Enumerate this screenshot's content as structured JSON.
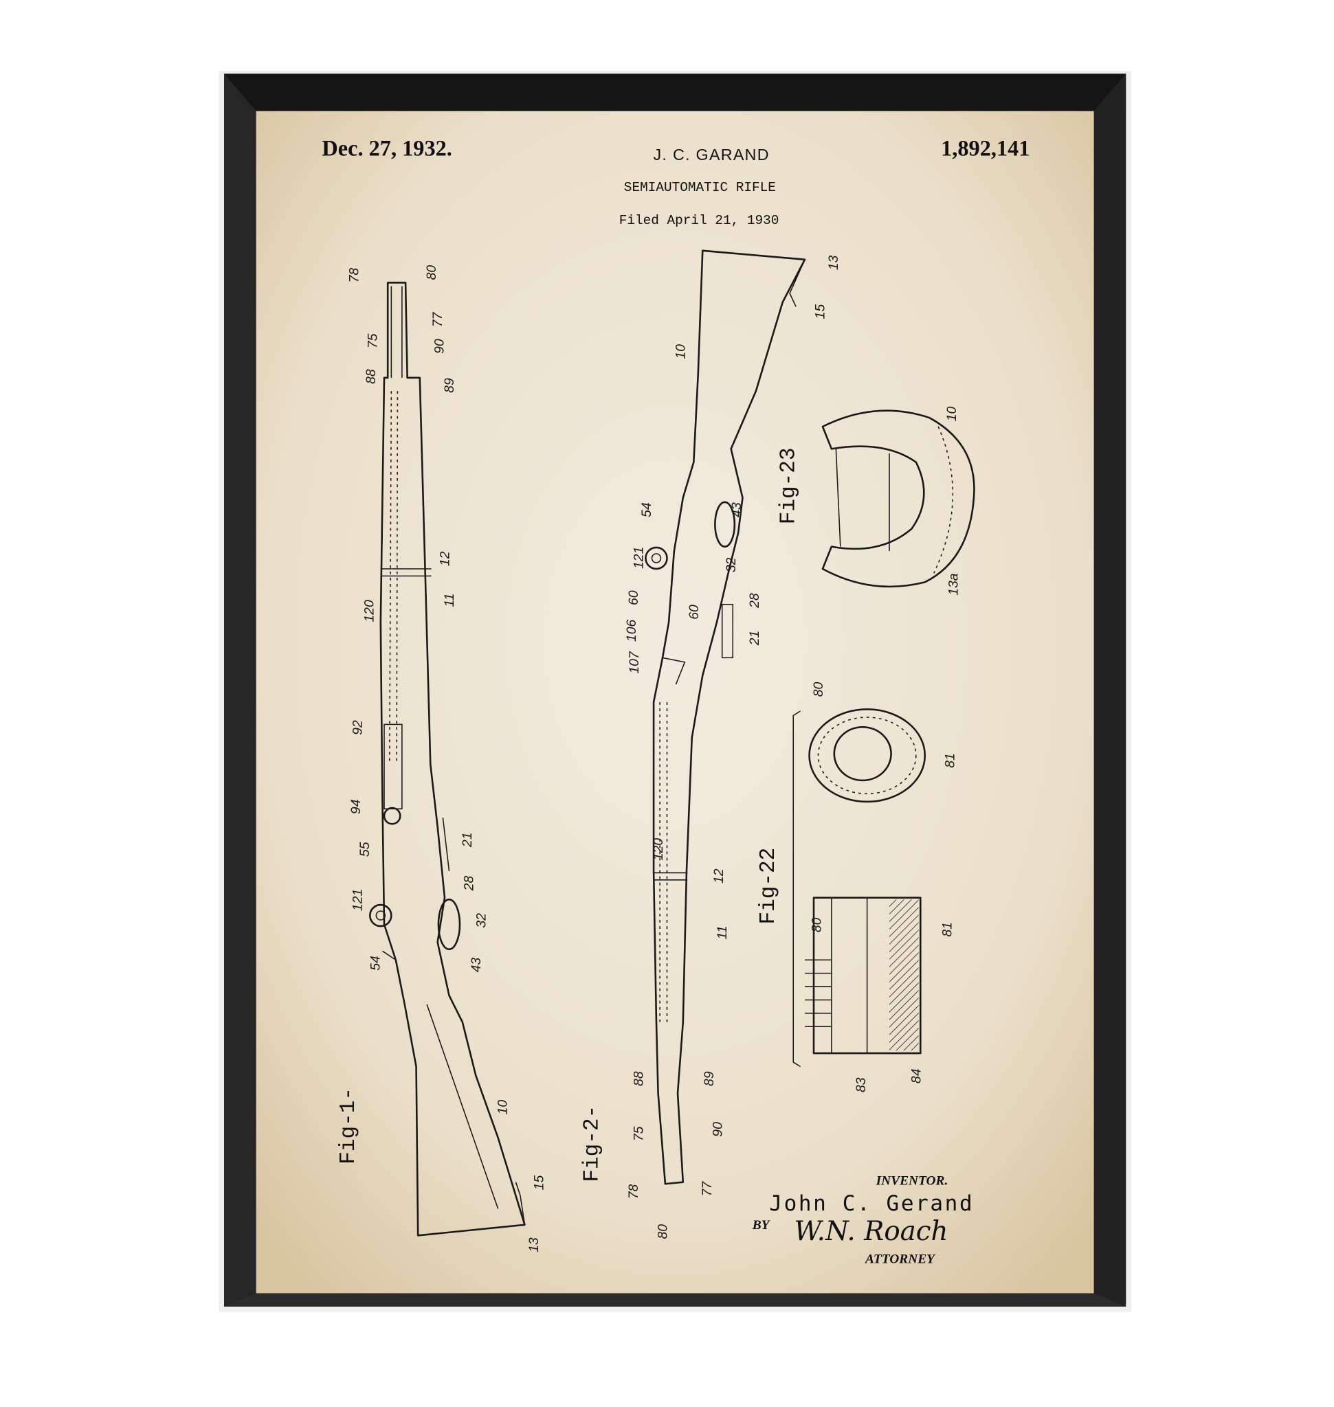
{
  "header": {
    "date": "Dec. 27, 1932.",
    "inventor_short": "J. C. GARAND",
    "patent_number": "1,892,141",
    "title": "SEMIAUTOMATIC RIFLE",
    "filed": "Filed April 21, 1930"
  },
  "figures": {
    "fig1": "Fig-1-",
    "fig2": "Fig-2-",
    "fig22": "Fig-22",
    "fig23": "Fig-23"
  },
  "labels_fig1": [
    "78",
    "80",
    "77",
    "75",
    "90",
    "88",
    "89",
    "12",
    "11",
    "120",
    "92",
    "94",
    "21",
    "55",
    "28",
    "121",
    "32",
    "54",
    "43",
    "10",
    "15",
    "13"
  ],
  "labels_fig2": [
    "13",
    "15",
    "10",
    "54",
    "43",
    "121",
    "32",
    "60",
    "60",
    "28",
    "106",
    "21",
    "107",
    "120",
    "12",
    "11",
    "88",
    "89",
    "75",
    "90",
    "78",
    "77",
    "80"
  ],
  "labels_fig23": [
    "10",
    "13a"
  ],
  "labels_fig22": [
    "80",
    "81",
    "80",
    "81",
    "83",
    "84"
  ],
  "signature": {
    "inventor_label": "INVENTOR.",
    "inventor_name": "John C. Gerand",
    "by": "BY",
    "attorney_signature": "W.N. Roach",
    "attorney_label": "ATTORNEY"
  },
  "colors": {
    "frame": "#1c1c1c",
    "paper": "#ede4d3",
    "ink": "#1a1a1a"
  }
}
